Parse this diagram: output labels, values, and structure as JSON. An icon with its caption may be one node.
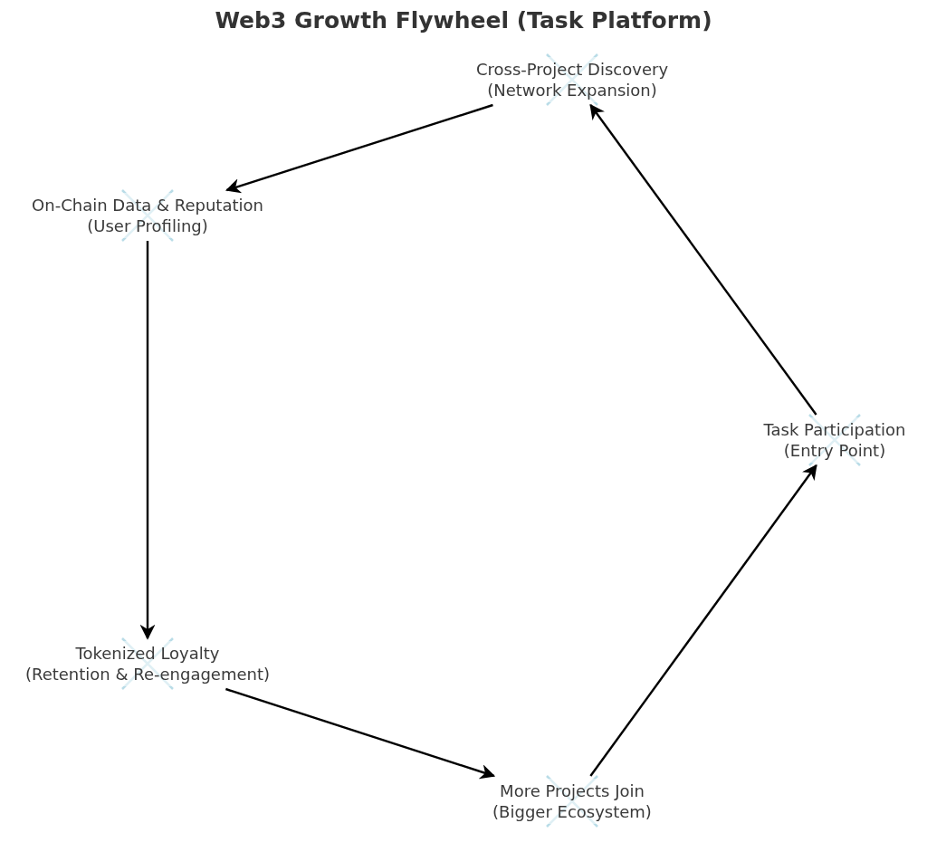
{
  "diagram": {
    "title": "Web3 Growth Flywheel (Task Platform)",
    "nodes": [
      {
        "text": [
          "Cross-Project Discovery",
          "(Network Expansion)"
        ]
      },
      {
        "text": [
          "On-Chain Data & Reputation",
          "(User Profiling)"
        ]
      },
      {
        "text": [
          "Task Participation",
          "(Entry Point)"
        ]
      },
      {
        "text": [
          "Tokenized Loyalty",
          "(Retention & Re-engagement)"
        ]
      },
      {
        "text": [
          "More Projects Join",
          "(Bigger Ecosystem)"
        ]
      }
    ],
    "edges": [
      {
        "from": 2,
        "to": 0,
        "arrow": "to"
      },
      {
        "from": 0,
        "to": 1,
        "arrow": "to"
      },
      {
        "from": 1,
        "to": 3,
        "arrow": "to"
      },
      {
        "from": 3,
        "to": 4,
        "arrow": "to"
      },
      {
        "from": 4,
        "to": 2,
        "arrow": "to"
      }
    ]
  }
}
